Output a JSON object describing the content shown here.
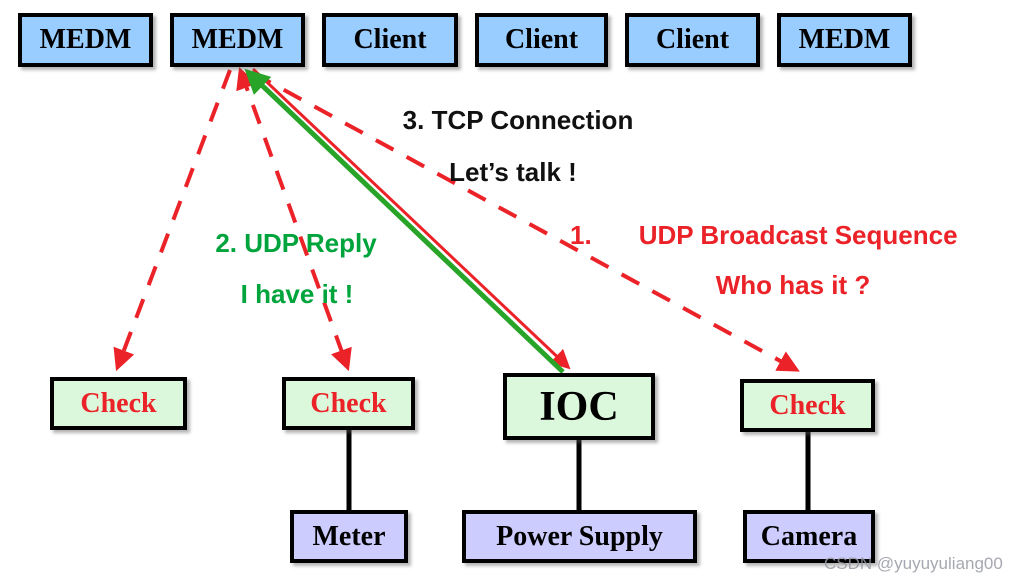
{
  "colors": {
    "node_blue_fill": "#99CCFF",
    "node_green_fill": "#DCF8DC",
    "node_purple_fill": "#CCCCFF",
    "border_black": "#000000",
    "red_accent": "#EB2228",
    "green_arrow": "#28A428",
    "green_text": "#00A43C",
    "watermark_gray": "#9699A2"
  },
  "top_row": [
    {
      "label": "MEDM"
    },
    {
      "label": "MEDM"
    },
    {
      "label": "Client"
    },
    {
      "label": "Client"
    },
    {
      "label": "Client"
    },
    {
      "label": "MEDM"
    }
  ],
  "middle_row": [
    {
      "label": "Check"
    },
    {
      "label": "Check"
    },
    {
      "label": "IOC"
    },
    {
      "label": "Check"
    }
  ],
  "bottom_row": [
    {
      "label": "Meter"
    },
    {
      "label": "Power Supply"
    },
    {
      "label": "Camera"
    }
  ],
  "annotations": {
    "tcp_connection": {
      "line1": "3. TCP Connection",
      "line2": "Let’s talk !"
    },
    "udp_reply": {
      "line1": "2. UDP Reply",
      "line2": "I have it !"
    },
    "udp_broadcast": {
      "number": "1.",
      "line1": "UDP Broadcast Sequence",
      "line2": "Who has it ?"
    }
  },
  "edges": [
    {
      "from": "MEDM (2nd)",
      "to": "Check (left)",
      "style": "red-dashed-arrow"
    },
    {
      "from": "MEDM (2nd)",
      "to": "Check (middle)",
      "style": "red-dashed-arrow-both-ends"
    },
    {
      "from": "MEDM (2nd)",
      "to": "Check (right)",
      "style": "red-dashed-arrow"
    },
    {
      "from": "MEDM (2nd)",
      "to": "IOC",
      "style": "solid-red-and-green-double-arrow"
    },
    {
      "from": "Check (middle)",
      "to": "Meter",
      "style": "black-line"
    },
    {
      "from": "IOC",
      "to": "Power Supply",
      "style": "black-line"
    },
    {
      "from": "Check (right)",
      "to": "Camera",
      "style": "black-line"
    }
  ],
  "watermark": "CSDN @yuyuyuliang00"
}
